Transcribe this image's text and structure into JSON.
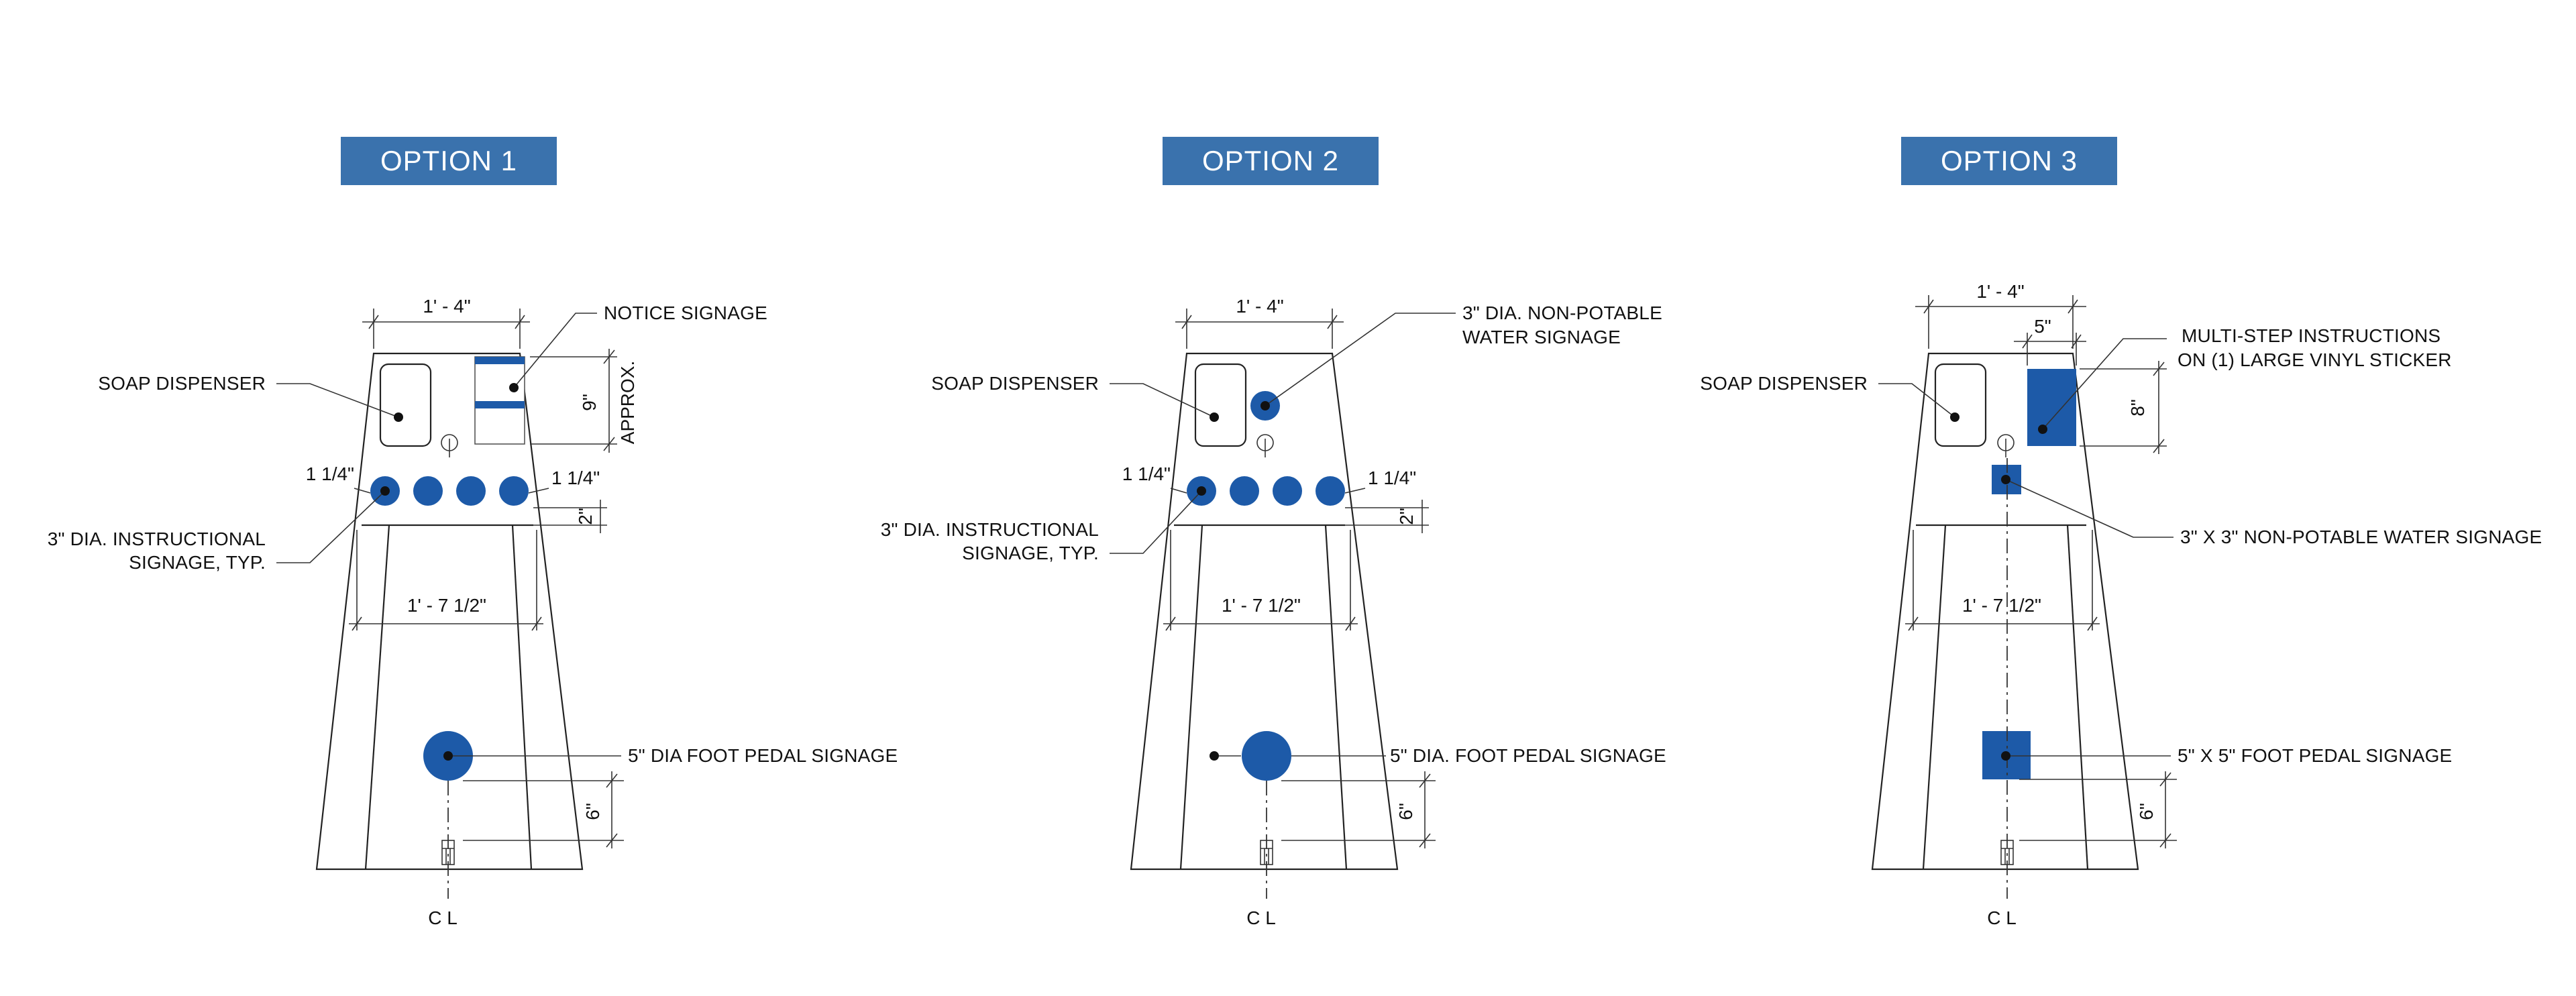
{
  "colors": {
    "header_bg": "#3a72ad",
    "signage_blue": "#1d5aa8",
    "line": "#222222"
  },
  "options": [
    {
      "header": "OPTION 1",
      "dim_top_width": "1' - 4\"",
      "dim_bottom_width": "1' - 7 1/2\"",
      "dim_spacing_left": "1 1/4\"",
      "dim_spacing_right": "1 1/4\"",
      "dim_2": "2\"",
      "dim_6": "6\"",
      "dim_9": "9\"",
      "approx": "APPROX.",
      "soap_label": "SOAP DISPENSER",
      "top_right_label": [
        "NOTICE SIGNAGE"
      ],
      "left_lower_label": [
        "3\" DIA. INSTRUCTIONAL",
        "SIGNAGE, TYP."
      ],
      "foot_label": "5\" DIA FOOT PEDAL SIGNAGE",
      "cl_label": "C L"
    },
    {
      "header": "OPTION 2",
      "dim_top_width": "1' - 4\"",
      "dim_bottom_width": "1' - 7 1/2\"",
      "dim_spacing_left": "1 1/4\"",
      "dim_spacing_right": "1 1/4\"",
      "dim_2": "2\"",
      "dim_6": "6\"",
      "soap_label": "SOAP DISPENSER",
      "top_right_label": [
        "3\" DIA. NON-POTABLE",
        "WATER SIGNAGE"
      ],
      "left_lower_label": [
        "3\" DIA. INSTRUCTIONAL",
        "SIGNAGE, TYP."
      ],
      "foot_label": "5\" DIA. FOOT PEDAL SIGNAGE",
      "cl_label": "C L"
    },
    {
      "header": "OPTION 3",
      "dim_top_width": "1' - 4\"",
      "dim_bottom_width": "1' - 7 1/2\"",
      "dim_5": "5\"",
      "dim_8": "8\"",
      "dim_6": "6\"",
      "soap_label": "SOAP DISPENSER",
      "top_right_label": [
        "MULTI-STEP INSTRUCTIONS",
        "ON (1) LARGE VINYL STICKER"
      ],
      "mid_right_label": "3\" X 3\" NON-POTABLE WATER SIGNAGE",
      "foot_label": "5\" X 5\" FOOT PEDAL SIGNAGE",
      "cl_label": "C L"
    }
  ]
}
